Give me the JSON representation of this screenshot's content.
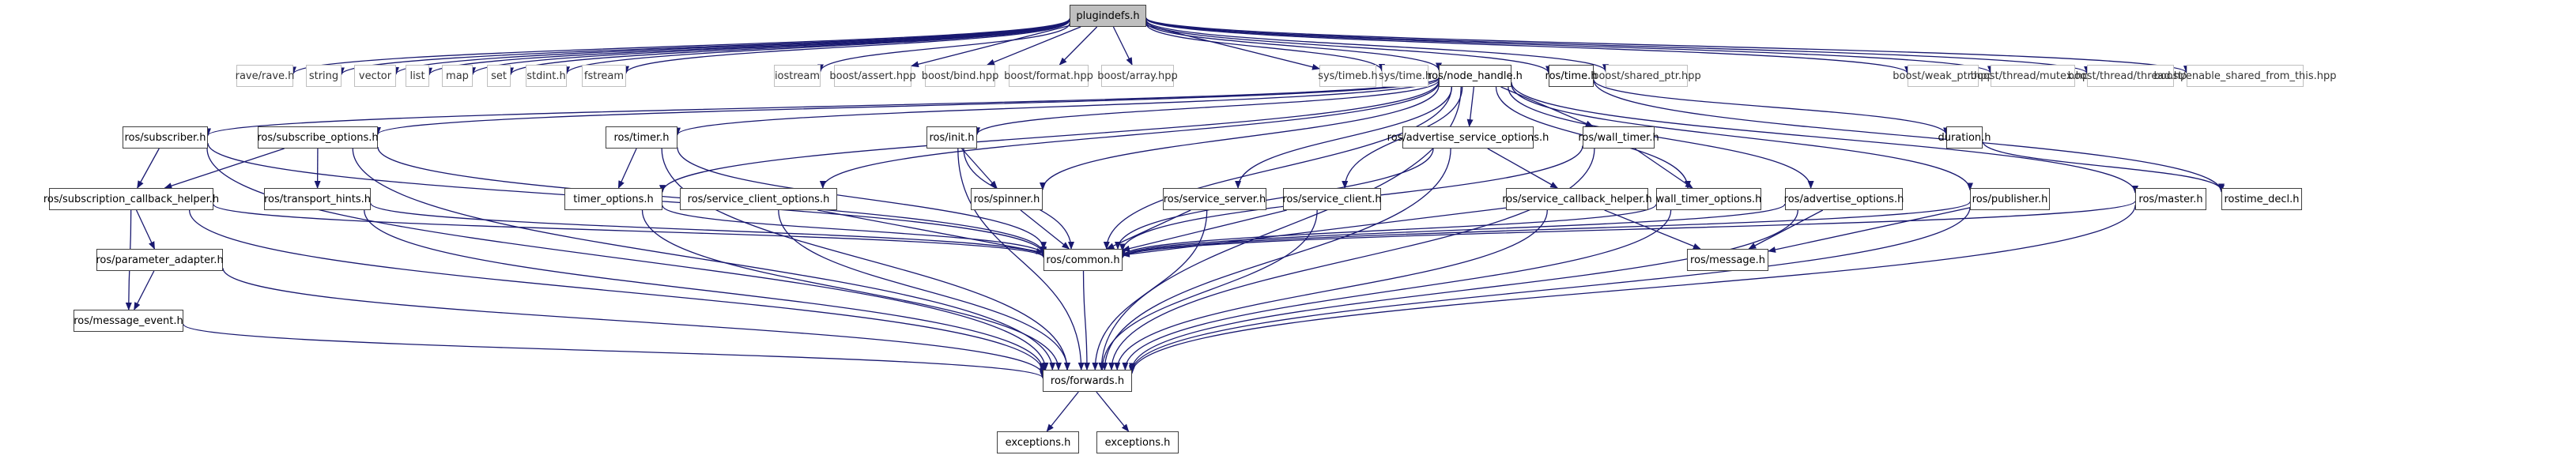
{
  "title": "plugindefs.h include dependency graph",
  "colors": {
    "edge": "#191970",
    "node_border": "#404040",
    "ext_border": "#bfbfbf",
    "root_fill": "#bfbfbf"
  },
  "nodes": {
    "plugindefs": {
      "label": "plugindefs.h",
      "kind": "root"
    },
    "rave": {
      "label": "rave/rave.h",
      "kind": "ext"
    },
    "string": {
      "label": "string",
      "kind": "ext"
    },
    "vector": {
      "label": "vector",
      "kind": "ext"
    },
    "list": {
      "label": "list",
      "kind": "ext"
    },
    "map": {
      "label": "map",
      "kind": "ext"
    },
    "set": {
      "label": "set",
      "kind": "ext"
    },
    "stdint": {
      "label": "stdint.h",
      "kind": "ext"
    },
    "fstream": {
      "label": "fstream",
      "kind": "ext"
    },
    "iostream": {
      "label": "iostream",
      "kind": "ext"
    },
    "b_assert": {
      "label": "boost/assert.hpp",
      "kind": "ext"
    },
    "b_bind": {
      "label": "boost/bind.hpp",
      "kind": "ext"
    },
    "b_format": {
      "label": "boost/format.hpp",
      "kind": "ext"
    },
    "b_array": {
      "label": "boost/array.hpp",
      "kind": "ext"
    },
    "sys_timeb": {
      "label": "sys/timeb.h",
      "kind": "ext"
    },
    "sys_time": {
      "label": "sys/time.h",
      "kind": "ext"
    },
    "node_handle": {
      "label": "ros/node_handle.h",
      "kind": "doc"
    },
    "ros_time": {
      "label": "ros/time.h",
      "kind": "doc"
    },
    "b_shared_ptr": {
      "label": "boost/shared_ptr.hpp",
      "kind": "ext"
    },
    "b_weak_ptr": {
      "label": "boost/weak_ptr.hpp",
      "kind": "ext"
    },
    "b_mutex": {
      "label": "boost/thread/mutex.hpp",
      "kind": "ext"
    },
    "b_thread": {
      "label": "boost/thread/thread.hpp",
      "kind": "ext"
    },
    "b_esft": {
      "label": "boost/enable_shared_from_this.hpp",
      "kind": "ext"
    },
    "subscriber": {
      "label": "ros/subscriber.h",
      "kind": "doc"
    },
    "subscribe_options": {
      "label": "ros/subscribe_options.h",
      "kind": "doc"
    },
    "timer": {
      "label": "ros/timer.h",
      "kind": "doc"
    },
    "init": {
      "label": "ros/init.h",
      "kind": "doc"
    },
    "adv_srv_opts": {
      "label": "ros/advertise_service_options.h",
      "kind": "doc"
    },
    "wall_timer": {
      "label": "ros/wall_timer.h",
      "kind": "doc"
    },
    "duration": {
      "label": "duration.h",
      "kind": "doc"
    },
    "sub_cb_helper": {
      "label": "ros/subscription_callback_helper.h",
      "kind": "doc"
    },
    "transport_hints": {
      "label": "ros/transport_hints.h",
      "kind": "doc"
    },
    "timer_options": {
      "label": "timer_options.h",
      "kind": "doc"
    },
    "srv_client_opts": {
      "label": "ros/service_client_options.h",
      "kind": "doc"
    },
    "spinner": {
      "label": "ros/spinner.h",
      "kind": "doc"
    },
    "service_server": {
      "label": "ros/service_server.h",
      "kind": "doc"
    },
    "service_client": {
      "label": "ros/service_client.h",
      "kind": "doc"
    },
    "srv_cb_helper": {
      "label": "ros/service_callback_helper.h",
      "kind": "doc"
    },
    "wall_timer_options": {
      "label": "wall_timer_options.h",
      "kind": "doc"
    },
    "advertise_options": {
      "label": "ros/advertise_options.h",
      "kind": "doc"
    },
    "publisher": {
      "label": "ros/publisher.h",
      "kind": "doc"
    },
    "master": {
      "label": "ros/master.h",
      "kind": "doc"
    },
    "rostime_decl": {
      "label": "rostime_decl.h",
      "kind": "doc"
    },
    "parameter_adapter": {
      "label": "ros/parameter_adapter.h",
      "kind": "doc"
    },
    "common": {
      "label": "ros/common.h",
      "kind": "doc"
    },
    "message": {
      "label": "ros/message.h",
      "kind": "doc"
    },
    "message_event": {
      "label": "ros/message_event.h",
      "kind": "doc"
    },
    "forwards": {
      "label": "ros/forwards.h",
      "kind": "doc"
    },
    "exceptions1": {
      "label": "exceptions.h",
      "kind": "doc"
    },
    "exceptions2": {
      "label": "exceptions.h",
      "kind": "doc"
    }
  },
  "edges": [
    [
      "plugindefs",
      "rave"
    ],
    [
      "plugindefs",
      "string"
    ],
    [
      "plugindefs",
      "vector"
    ],
    [
      "plugindefs",
      "list"
    ],
    [
      "plugindefs",
      "map"
    ],
    [
      "plugindefs",
      "set"
    ],
    [
      "plugindefs",
      "stdint"
    ],
    [
      "plugindefs",
      "fstream"
    ],
    [
      "plugindefs",
      "iostream"
    ],
    [
      "plugindefs",
      "b_assert"
    ],
    [
      "plugindefs",
      "b_bind"
    ],
    [
      "plugindefs",
      "b_format"
    ],
    [
      "plugindefs",
      "b_array"
    ],
    [
      "plugindefs",
      "sys_timeb"
    ],
    [
      "plugindefs",
      "sys_time"
    ],
    [
      "plugindefs",
      "node_handle"
    ],
    [
      "plugindefs",
      "ros_time"
    ],
    [
      "plugindefs",
      "b_shared_ptr"
    ],
    [
      "plugindefs",
      "b_weak_ptr"
    ],
    [
      "plugindefs",
      "b_mutex"
    ],
    [
      "plugindefs",
      "b_thread"
    ],
    [
      "plugindefs",
      "b_esft"
    ],
    [
      "node_handle",
      "subscriber"
    ],
    [
      "node_handle",
      "subscribe_options"
    ],
    [
      "node_handle",
      "timer"
    ],
    [
      "node_handle",
      "init"
    ],
    [
      "node_handle",
      "spinner"
    ],
    [
      "node_handle",
      "adv_srv_opts"
    ],
    [
      "node_handle",
      "wall_timer"
    ],
    [
      "node_handle",
      "timer_options"
    ],
    [
      "node_handle",
      "srv_client_opts"
    ],
    [
      "node_handle",
      "service_server"
    ],
    [
      "node_handle",
      "service_client"
    ],
    [
      "node_handle",
      "wall_timer_options"
    ],
    [
      "node_handle",
      "advertise_options"
    ],
    [
      "node_handle",
      "publisher"
    ],
    [
      "node_handle",
      "master"
    ],
    [
      "node_handle",
      "common"
    ],
    [
      "node_handle",
      "forwards"
    ],
    [
      "ros_time",
      "duration"
    ],
    [
      "ros_time",
      "rostime_decl"
    ],
    [
      "duration",
      "rostime_decl"
    ],
    [
      "subscriber",
      "sub_cb_helper"
    ],
    [
      "subscriber",
      "common"
    ],
    [
      "subscriber",
      "forwards"
    ],
    [
      "subscribe_options",
      "sub_cb_helper"
    ],
    [
      "subscribe_options",
      "transport_hints"
    ],
    [
      "subscribe_options",
      "common"
    ],
    [
      "subscribe_options",
      "forwards"
    ],
    [
      "timer",
      "timer_options"
    ],
    [
      "timer",
      "common"
    ],
    [
      "timer",
      "forwards"
    ],
    [
      "init",
      "spinner"
    ],
    [
      "init",
      "common"
    ],
    [
      "init",
      "forwards"
    ],
    [
      "adv_srv_opts",
      "srv_cb_helper"
    ],
    [
      "adv_srv_opts",
      "common"
    ],
    [
      "adv_srv_opts",
      "forwards"
    ],
    [
      "wall_timer",
      "wall_timer_options"
    ],
    [
      "wall_timer",
      "common"
    ],
    [
      "wall_timer",
      "forwards"
    ],
    [
      "sub_cb_helper",
      "parameter_adapter"
    ],
    [
      "sub_cb_helper",
      "message_event"
    ],
    [
      "sub_cb_helper",
      "common"
    ],
    [
      "sub_cb_helper",
      "forwards"
    ],
    [
      "parameter_adapter",
      "message_event"
    ],
    [
      "parameter_adapter",
      "forwards"
    ],
    [
      "message_event",
      "forwards"
    ],
    [
      "transport_hints",
      "common"
    ],
    [
      "transport_hints",
      "forwards"
    ],
    [
      "timer_options",
      "common"
    ],
    [
      "timer_options",
      "forwards"
    ],
    [
      "srv_client_opts",
      "common"
    ],
    [
      "srv_client_opts",
      "forwards"
    ],
    [
      "spinner",
      "common"
    ],
    [
      "service_server",
      "common"
    ],
    [
      "service_server",
      "forwards"
    ],
    [
      "service_client",
      "common"
    ],
    [
      "service_client",
      "forwards"
    ],
    [
      "srv_cb_helper",
      "common"
    ],
    [
      "srv_cb_helper",
      "message"
    ],
    [
      "srv_cb_helper",
      "forwards"
    ],
    [
      "wall_timer_options",
      "common"
    ],
    [
      "wall_timer_options",
      "forwards"
    ],
    [
      "advertise_options",
      "common"
    ],
    [
      "advertise_options",
      "message"
    ],
    [
      "advertise_options",
      "forwards"
    ],
    [
      "publisher",
      "common"
    ],
    [
      "publisher",
      "message"
    ],
    [
      "publisher",
      "forwards"
    ],
    [
      "master",
      "common"
    ],
    [
      "master",
      "forwards"
    ],
    [
      "common",
      "forwards"
    ],
    [
      "forwards",
      "exceptions1"
    ],
    [
      "forwards",
      "exceptions2"
    ]
  ]
}
